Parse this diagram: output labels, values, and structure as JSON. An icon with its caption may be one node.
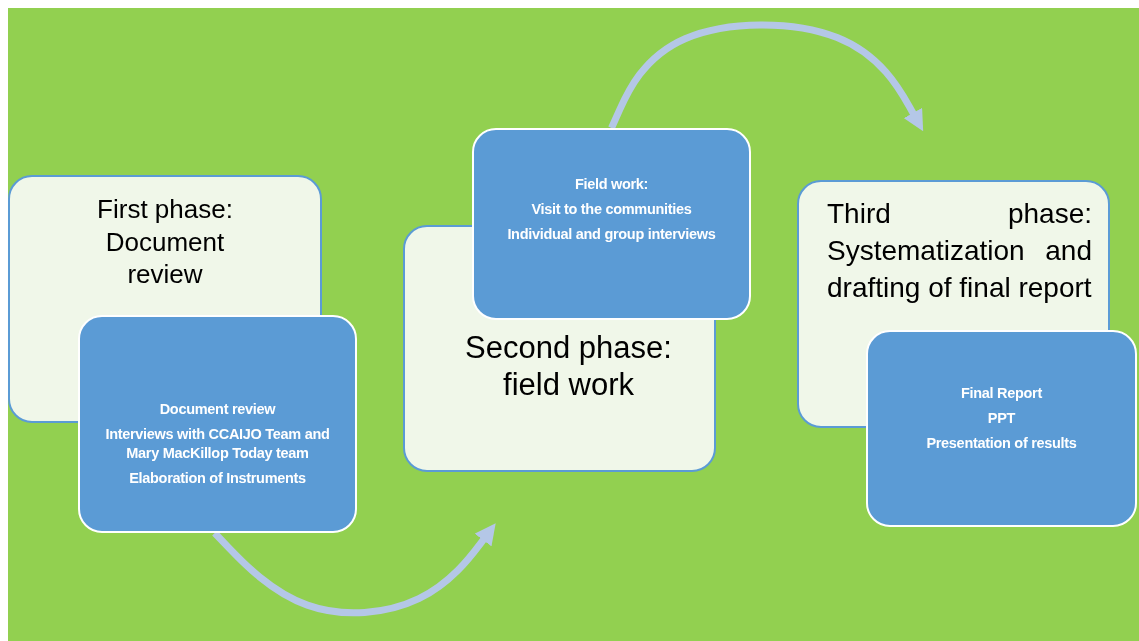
{
  "diagram": {
    "nodes": [
      {
        "text": [
          "First phase: Document review"
        ]
      },
      {
        "text": [
          "Document review",
          "Interviews with CCAIJO Team and Mary MacKillop Today team",
          "Elaboration of Instruments"
        ]
      },
      {
        "text": [
          "Second phase: field work"
        ]
      },
      {
        "text": [
          "Field work:",
          "Visit to the communities",
          "Individual and group interviews"
        ]
      },
      {
        "text": [
          "Third phase: Systematization and drafting of final report"
        ]
      },
      {
        "text": [
          "Final Report",
          "PPT",
          "Presentation of results"
        ]
      }
    ],
    "edges": [
      {
        "from": 1,
        "to": 2,
        "arrow": "to"
      },
      {
        "from": 3,
        "to": 4,
        "arrow": "to"
      }
    ]
  }
}
